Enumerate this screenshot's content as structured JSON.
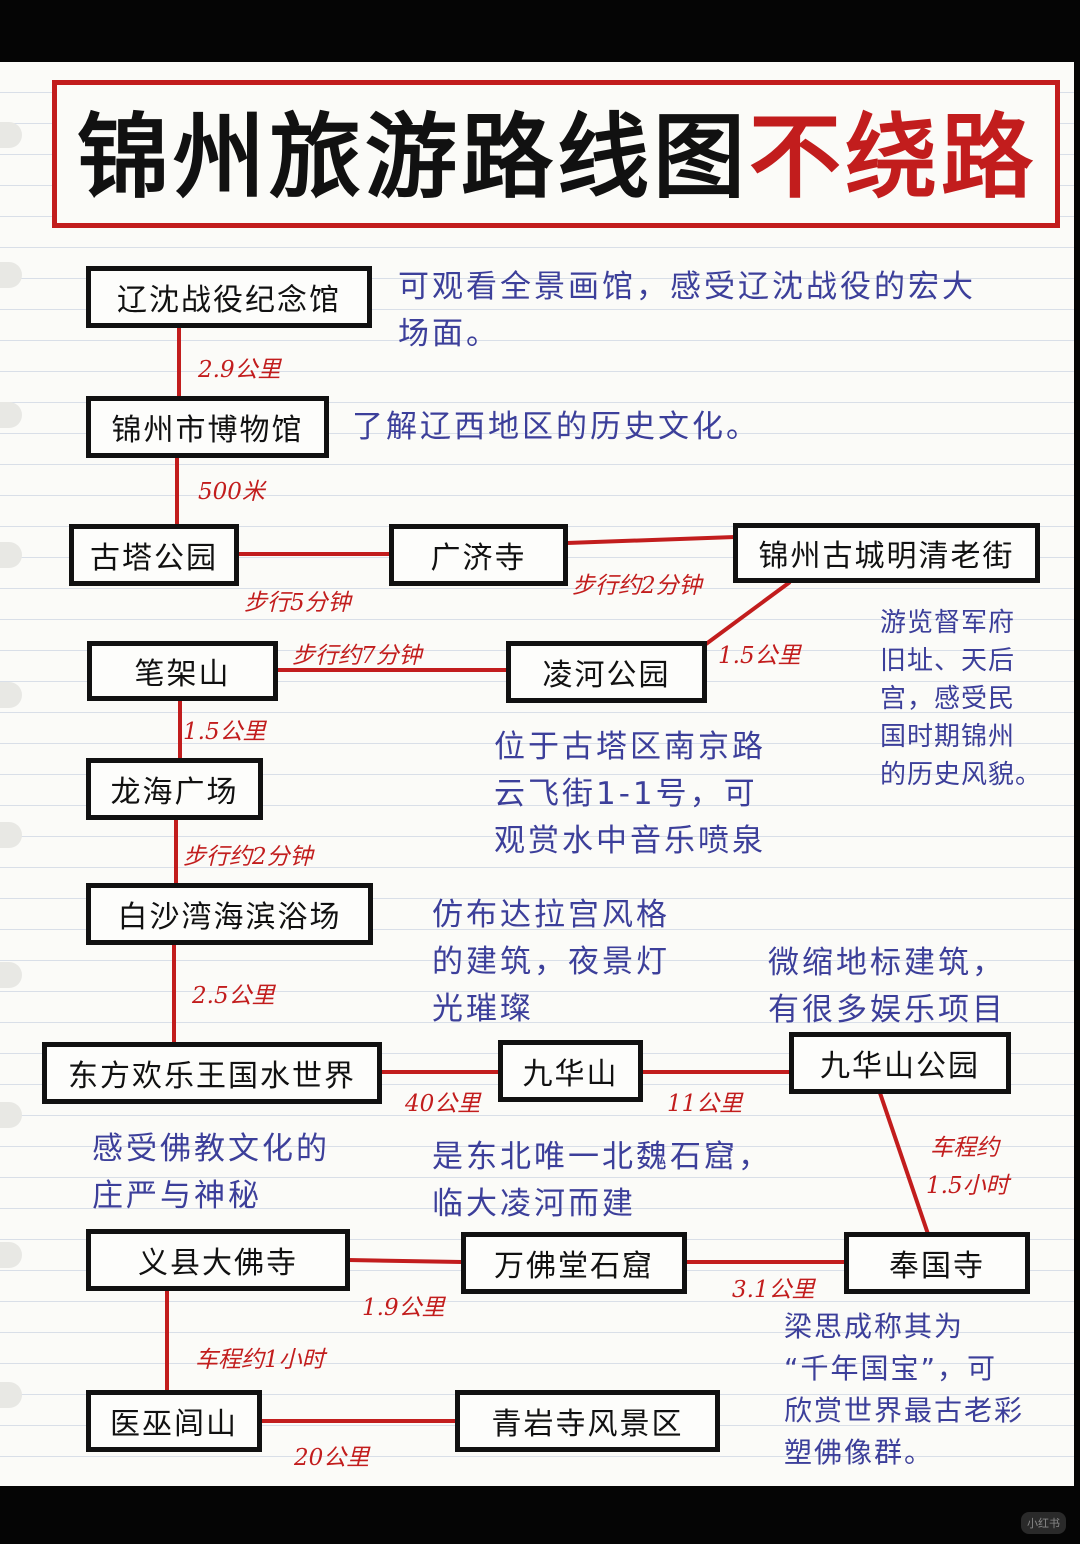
{
  "title": {
    "main": "锦州旅游路线图",
    "accent": "不绕路"
  },
  "nodes": {
    "n1": "辽沈战役纪念馆",
    "n2": "锦州市博物馆",
    "n3": "古塔公园",
    "n4": "广济寺",
    "n5": "锦州古城明清老街",
    "n6": "笔架山",
    "n7": "凌河公园",
    "n8": "龙海广场",
    "n9": "白沙湾海滨浴场",
    "n10": "东方欢乐王国水世界",
    "n11": "九华山",
    "n12": "九华山公园",
    "n13": "义县大佛寺",
    "n14": "万佛堂石窟",
    "n15": "奉国寺",
    "n16": "医巫闾山",
    "n17": "青岩寺风景区"
  },
  "distances": {
    "d1": "2.9公里",
    "d2": "500米",
    "d3": "步行5分钟",
    "d4": "步行约2分钟",
    "d5": "1.5公里",
    "d6": "步行约7分钟",
    "d7": "1.5公里",
    "d8": "步行约2分钟",
    "d9": "2.5公里",
    "d10": "40公里",
    "d11": "11公里",
    "d12a": "车程约",
    "d12b": "1.5小时",
    "d13": "1.9公里",
    "d14": "3.1公里",
    "d15": "车程约1小时",
    "d16": "20公里"
  },
  "notes": {
    "n1_line1": "可观看全景画馆，感受辽沈战役的宏大",
    "n1_line2": "场面。",
    "n2": "了解辽西地区的历史文化。",
    "n5_lines": [
      "游览督军府",
      "旧址、天后",
      "宫，感受民",
      "国时期锦州",
      "的历史风貌。"
    ],
    "n7_lines": [
      "位于古塔区南京路",
      "云飞街1-1号，可",
      "观赏水中音乐喷泉"
    ],
    "n10_lines": [
      "仿布达拉宫风格",
      "的建筑，夜景灯",
      "光璀璨"
    ],
    "n12_lines": [
      "微缩地标建筑，",
      "有很多娱乐项目"
    ],
    "n13_lines": [
      "感受佛教文化的",
      "庄严与神秘"
    ],
    "n14_lines": [
      "是东北唯一北魏石窟，",
      "临大凌河而建"
    ],
    "n15_lines": [
      "梁思成称其为",
      "“千年国宝”，可",
      "欣赏世界最古老彩",
      "塑佛像群。"
    ]
  },
  "colors": {
    "line": "#c21d1d",
    "box_border": "#111111",
    "note_text": "#3c3f9a",
    "distance_text": "#c21d1d",
    "title_border": "#c21d1d"
  },
  "watermark": "小红书"
}
